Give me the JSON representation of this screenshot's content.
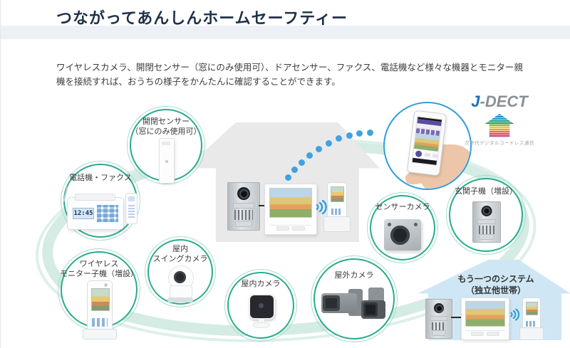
{
  "header": {
    "title": "つながってあんしんホームセーフティー"
  },
  "intro": {
    "text": "ワイヤレスカメラ、開閉センサー（窓にのみ使用可）、ドアセンサー、ファクス、電話機など様々な機器とモニター親機を接続すれば、おうちの様子をかんたんに確認することができます。"
  },
  "jdect": {
    "brand_j": "J",
    "brand_rest": "-DECT",
    "caption": "次世代デジタルコードレス通信"
  },
  "diagram": {
    "devices": {
      "open_close_sensor": {
        "line1": "開閉センサー",
        "line2": "（窓にのみ使用可）"
      },
      "phone_fax": {
        "line1": "電話機・ファクス",
        "display_time": "12:45"
      },
      "wireless_monitor": {
        "line1": "ワイヤレス",
        "line2": "モニター子機（増設）"
      },
      "indoor_swing_camera": {
        "line1": "屋内",
        "line2": "スイングカメラ"
      },
      "indoor_camera": {
        "line1": "屋内カメラ"
      },
      "outdoor_camera": {
        "line1": "屋外カメラ"
      },
      "sensor_camera": {
        "line1": "センサーカメラ"
      },
      "entrance_station": {
        "line1": "玄関子機（増設）"
      }
    },
    "other_system": {
      "line1": "もう一つのシステム",
      "line2": "（独立他世帯）"
    }
  },
  "colors": {
    "accent_teal": "#2bab8e",
    "accent_blue": "#3fa3e0",
    "title_navy": "#1e3148",
    "swoosh": "#d4ece4",
    "house_gray": "#e9e9ea",
    "house_blue": "#cfe7f4"
  }
}
